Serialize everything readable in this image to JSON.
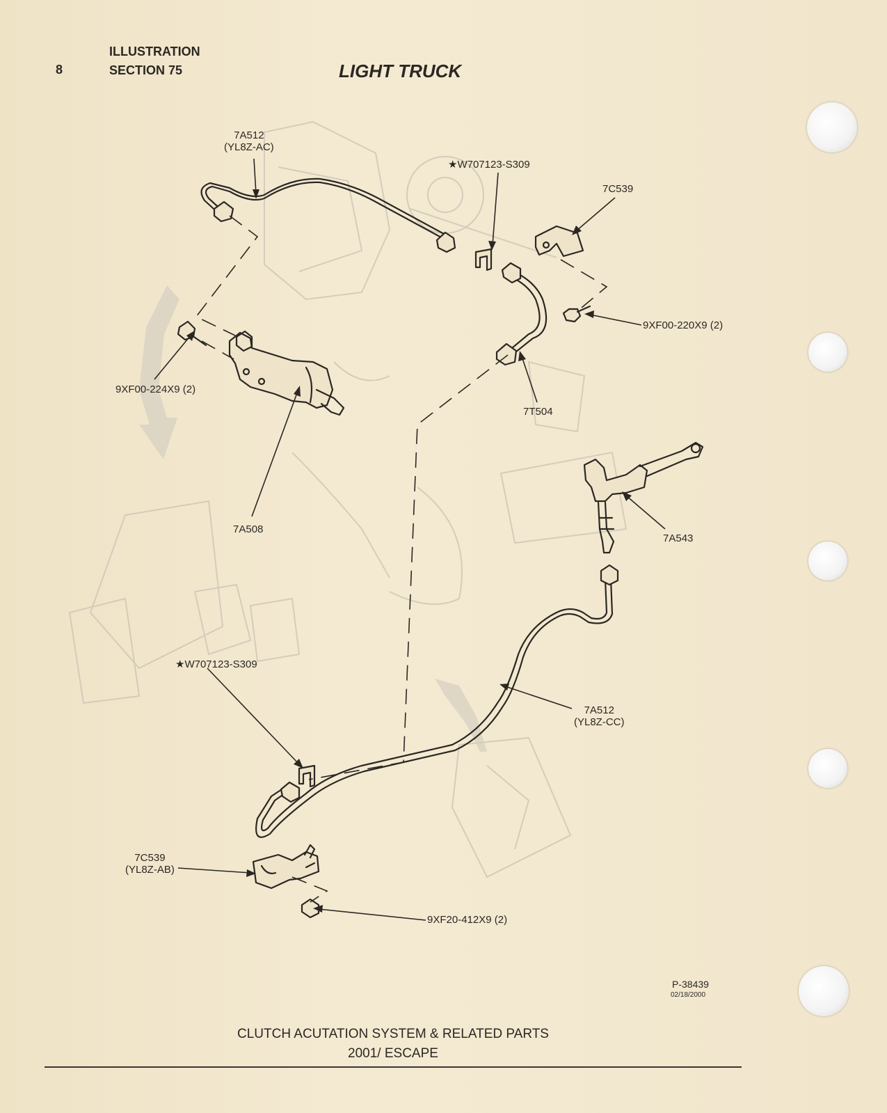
{
  "header": {
    "page_number": "8",
    "illustration_label": "ILLUSTRATION",
    "section_label": "SECTION 75",
    "title": "LIGHT TRUCK"
  },
  "callouts": {
    "line_upper_part": "7A512",
    "line_upper_code": "(YL8Z-AC)",
    "clip_upper": "★W707123-S309",
    "bracket_upper": "7C539",
    "bolt_right": "9XF00-220X9 (2)",
    "bolt_left": "9XF00-224X9 (2)",
    "hose": "7T504",
    "slave_cylinder": "7A508",
    "master_cylinder": "7A543",
    "clip_lower": "★W707123-S309",
    "line_lower_part": "7A512",
    "line_lower_code": "(YL8Z-CC)",
    "bracket_lower_part": "7C539",
    "bracket_lower_code": "(YL8Z-AB)",
    "nut_lower": "9XF20-412X9 (2)"
  },
  "figure": {
    "id": "P-38439",
    "date": "02/18/2000"
  },
  "footer": {
    "caption": "CLUTCH ACUTATION SYSTEM & RELATED PARTS",
    "model": "2001/ ESCAPE"
  },
  "colors": {
    "paper": "#f2e8cf",
    "ink": "#2b2723",
    "ghost": "#c9c3b5"
  }
}
